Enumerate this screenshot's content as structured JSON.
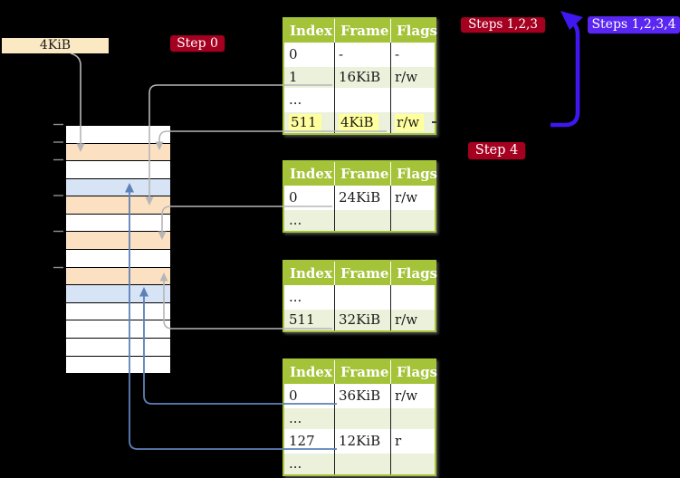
{
  "frame_label": "4KiB",
  "badges": {
    "step0": "Step 0",
    "steps123": "Steps 1,2,3",
    "steps1234": "Steps 1,2,3,4",
    "step4": "Step 4"
  },
  "colors": {
    "badge_red": "#a60021",
    "badge_blue": "#5a26f2",
    "header_green": "#a4c339",
    "row_green": "#ebf1da",
    "peach": "#fce0c2",
    "frame_blue": "#d7e4f5",
    "cream": "#fbe9c3",
    "highlight_yellow": "#ffff9d",
    "gray_connector": "#b6b6b6",
    "blue_connector": "#5d80b8",
    "big_arrow_blue": "#3f17ef"
  },
  "memory_strip": {
    "rows": [
      "white",
      "peach",
      "white",
      "blue",
      "peach",
      "white",
      "peach",
      "white",
      "peach",
      "blue",
      "white",
      "white",
      "white",
      "white"
    ]
  },
  "tables": [
    {
      "name": "page-table-1",
      "headers": [
        "Index",
        "Frame",
        "Flags"
      ],
      "rows": [
        {
          "cells": [
            "0",
            "-",
            "-"
          ]
        },
        {
          "cells": [
            "1",
            "16KiB",
            "r/w"
          ]
        },
        {
          "cells": [
            "...",
            "",
            ""
          ]
        },
        {
          "cells": [
            "511",
            "4KiB",
            "r/w"
          ],
          "highlight": true
        }
      ]
    },
    {
      "name": "page-table-2",
      "headers": [
        "Index",
        "Frame",
        "Flags"
      ],
      "rows": [
        {
          "cells": [
            "0",
            "24KiB",
            "r/w"
          ]
        },
        {
          "cells": [
            "...",
            "",
            ""
          ]
        }
      ]
    },
    {
      "name": "page-table-3",
      "headers": [
        "Index",
        "Frame",
        "Flags"
      ],
      "rows": [
        {
          "cells": [
            "...",
            "",
            ""
          ]
        },
        {
          "cells": [
            "511",
            "32KiB",
            "r/w"
          ]
        }
      ]
    },
    {
      "name": "page-table-4",
      "headers": [
        "Index",
        "Frame",
        "Flags"
      ],
      "rows": [
        {
          "cells": [
            "0",
            "36KiB",
            "r/w"
          ]
        },
        {
          "cells": [
            "...",
            "",
            ""
          ]
        },
        {
          "cells": [
            "127",
            "12KiB",
            "r"
          ]
        },
        {
          "cells": [
            "...",
            "",
            ""
          ]
        }
      ]
    }
  ]
}
